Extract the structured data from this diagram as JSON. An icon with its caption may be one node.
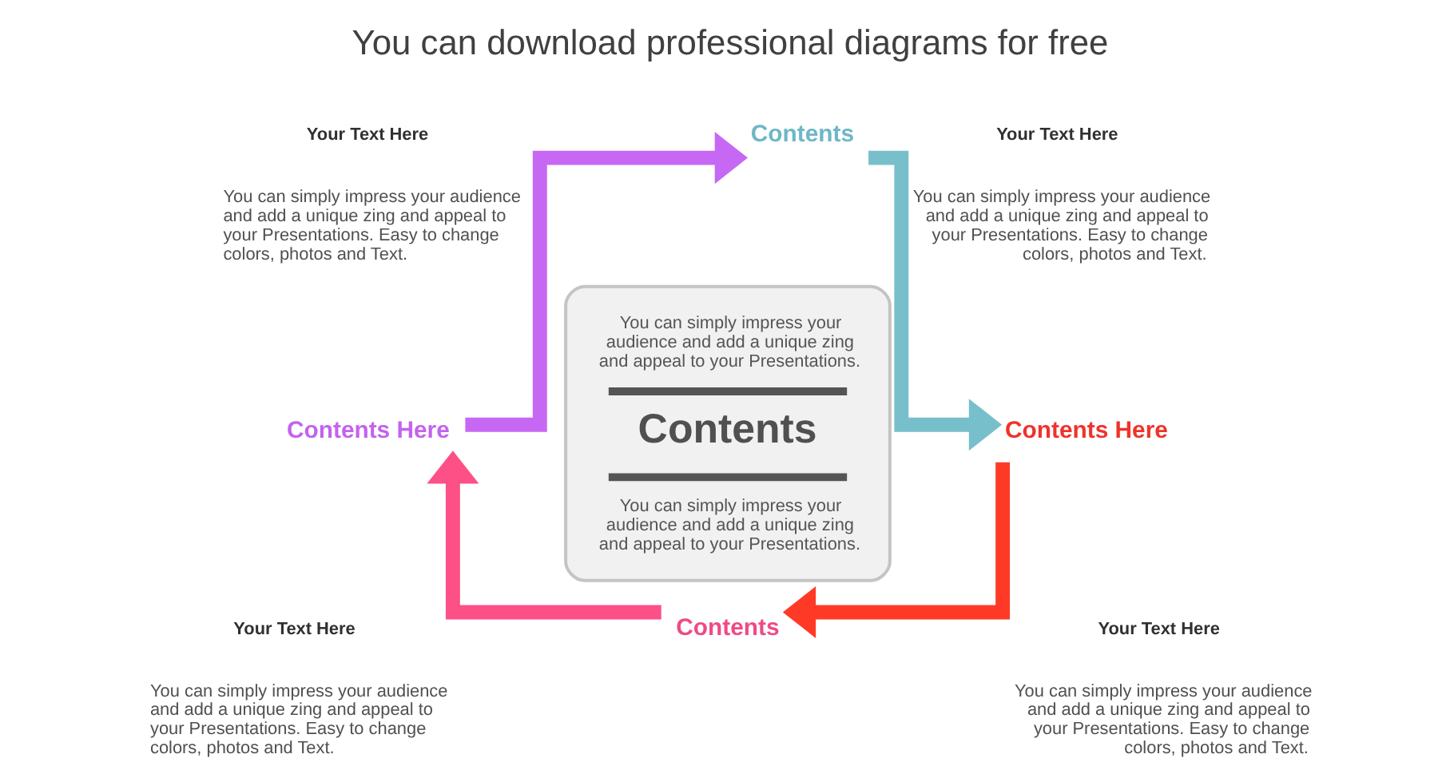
{
  "diagram": {
    "title": "You can download professional diagrams for free",
    "nodes": [
      {
        "text": [
          "Contents"
        ]
      },
      {
        "text": [
          "You can simply impress your audience and add a unique zing and appeal to your Presentations.",
          "Contents",
          "You can simply impress your audience and add a unique zing and appeal to your Presentations."
        ]
      },
      {
        "text": [
          "Contents Here"
        ]
      },
      {
        "text": [
          "Contents Here"
        ]
      },
      {
        "text": [
          "Contents"
        ]
      }
    ],
    "edges": [
      {
        "from": 2,
        "to": 0,
        "arrow": "to",
        "color": "#c768f4"
      },
      {
        "from": 0,
        "to": 3,
        "arrow": "to",
        "color": "#78bfcc"
      },
      {
        "from": 3,
        "to": 4,
        "arrow": "to",
        "color": "#fe3a26"
      },
      {
        "from": 4,
        "to": 2,
        "arrow": "to",
        "color": "#fd5087"
      }
    ],
    "labels": [
      "Your Text Here",
      "You can simply impress your audience and add a unique zing and appeal to your Presentations. Easy to change colors, photos and Text.",
      "Your Text Here",
      "You can simply impress your audience and add a unique zing and appeal to your Presentations. Easy to change colors, photos and Text.",
      "Your Text Here",
      "You can simply impress your audience and add a unique zing and appeal to your Presentations. Easy to change colors, photos and Text.",
      "Your Text Here",
      "You can simply impress your audience and add a unique zing and appeal to your Presentations. Easy to change colors, photos and Text."
    ]
  }
}
